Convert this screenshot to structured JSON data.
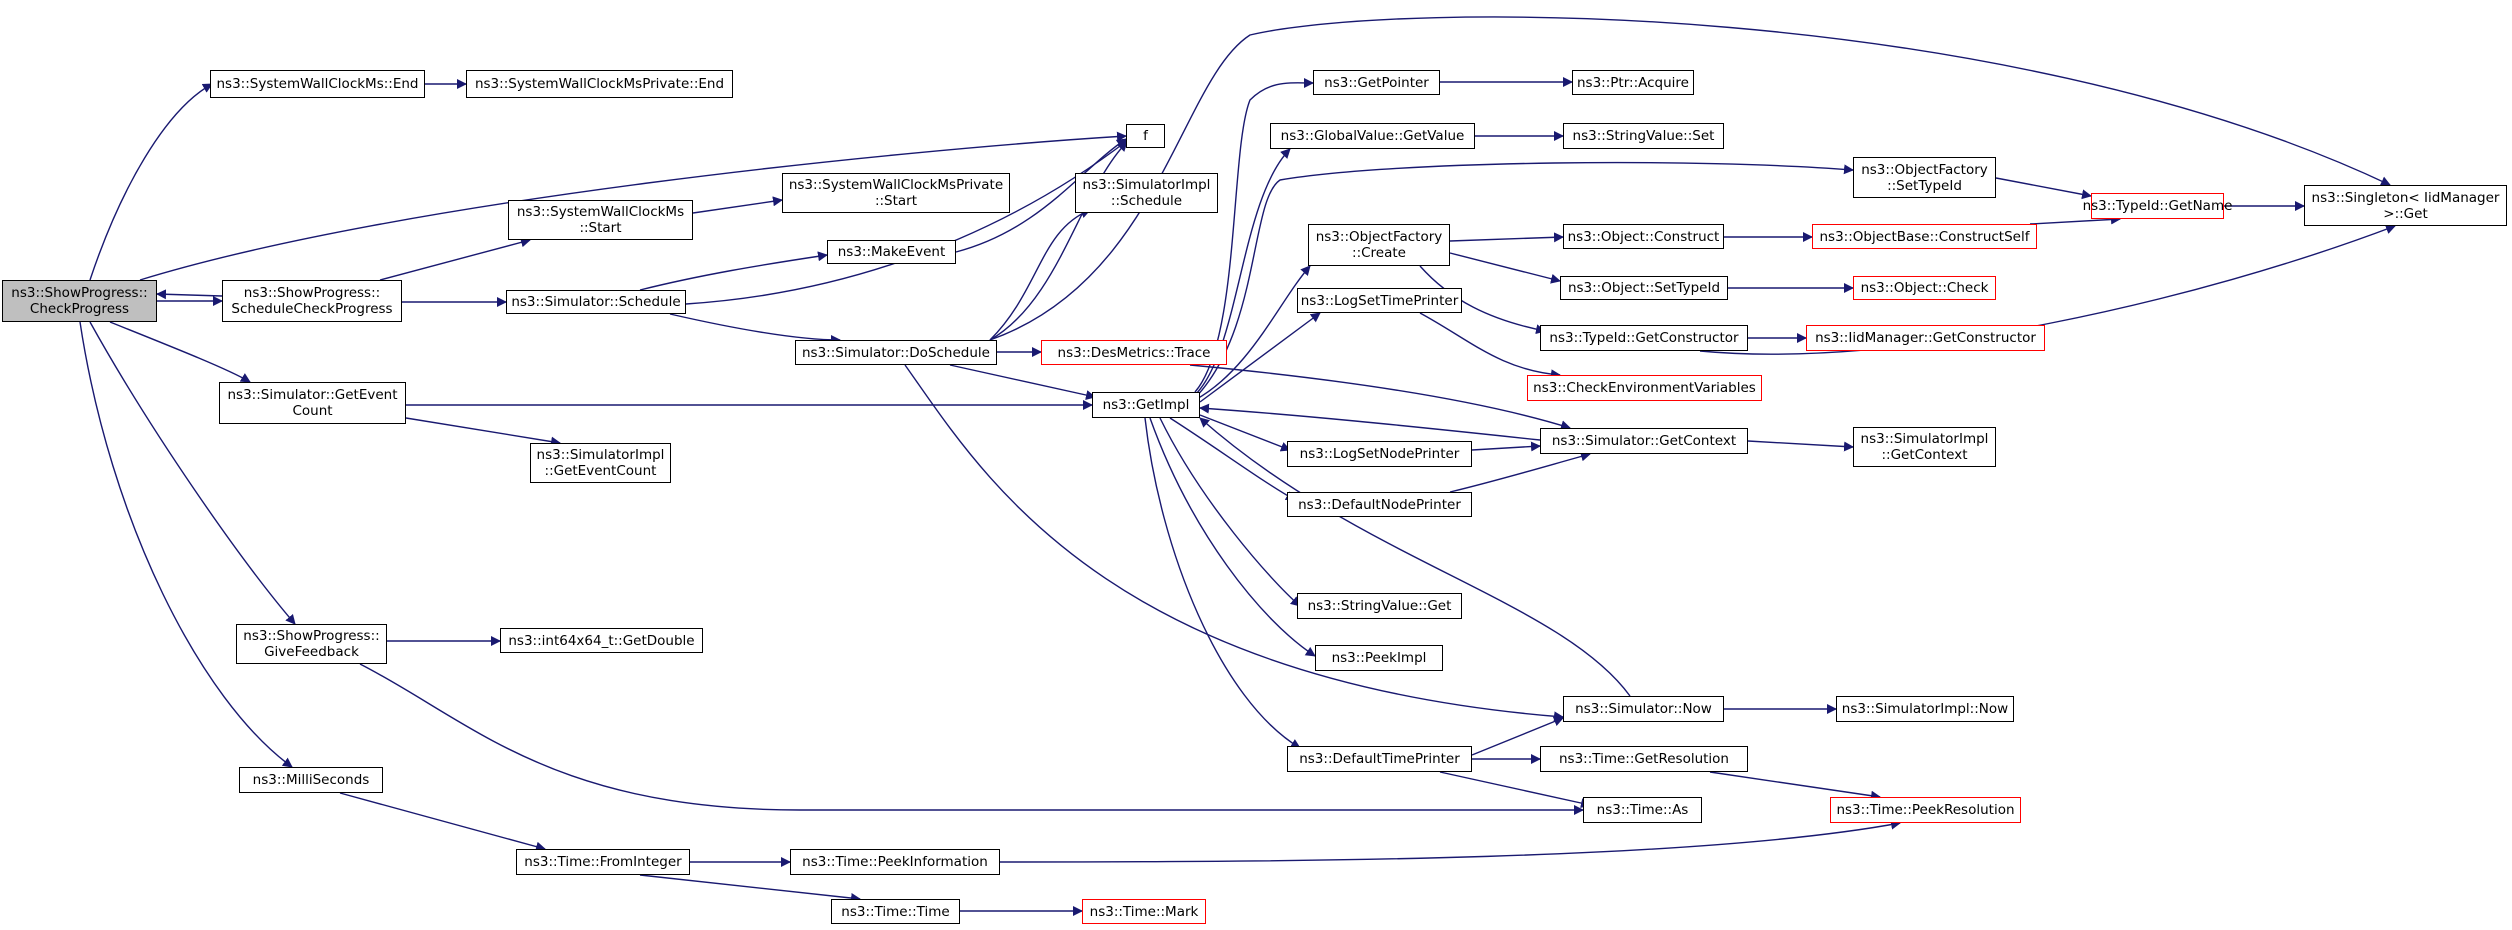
{
  "colors": {
    "edge": "#191970",
    "node_border": "#000000",
    "truncated_border": "#ff0000",
    "root_fill": "#bfbfbf",
    "background": "#ffffff"
  },
  "nodes": [
    {
      "id": "root",
      "label": "ns3::ShowProgress::\nCheckProgress",
      "style": "root"
    },
    {
      "id": "swc_end",
      "label": "ns3::SystemWallClockMs::End"
    },
    {
      "id": "swcp_end",
      "label": "ns3::SystemWallClockMsPrivate::End"
    },
    {
      "id": "f",
      "label": "f"
    },
    {
      "id": "swc_start",
      "label": "ns3::SystemWallClockMs\n::Start"
    },
    {
      "id": "swcp_start",
      "label": "ns3::SystemWallClockMsPrivate\n::Start"
    },
    {
      "id": "sp_schedule",
      "label": "ns3::ShowProgress::\nScheduleCheckProgress"
    },
    {
      "id": "sim_schedule",
      "label": "ns3::Simulator::Schedule"
    },
    {
      "id": "make_event",
      "label": "ns3::MakeEvent"
    },
    {
      "id": "simimpl_schedule",
      "label": "ns3::SimulatorImpl\n::Schedule"
    },
    {
      "id": "sim_doschedule",
      "label": "ns3::Simulator::DoSchedule"
    },
    {
      "id": "desmetrics",
      "label": "ns3::DesMetrics::Trace",
      "style": "red"
    },
    {
      "id": "getimpl",
      "label": "ns3::GetImpl"
    },
    {
      "id": "geteventcount",
      "label": "ns3::Simulator::GetEvent\nCount"
    },
    {
      "id": "simimpl_gec",
      "label": "ns3::SimulatorImpl\n::GetEventCount"
    },
    {
      "id": "getpointer",
      "label": "ns3::GetPointer"
    },
    {
      "id": "ptr_acquire",
      "label": "ns3::Ptr::Acquire"
    },
    {
      "id": "gv_getvalue",
      "label": "ns3::GlobalValue::GetValue"
    },
    {
      "id": "sv_set",
      "label": "ns3::StringValue::Set"
    },
    {
      "id": "of_settypeid",
      "label": "ns3::ObjectFactory\n::SetTypeId"
    },
    {
      "id": "singleton",
      "label": "ns3::Singleton< IidManager\n>::Get"
    },
    {
      "id": "typeid_getname",
      "label": "ns3::TypeId::GetName",
      "style": "red"
    },
    {
      "id": "of_create",
      "label": "ns3::ObjectFactory\n::Create"
    },
    {
      "id": "obj_construct",
      "label": "ns3::Object::Construct"
    },
    {
      "id": "objbase_cs",
      "label": "ns3::ObjectBase::ConstructSelf",
      "style": "red"
    },
    {
      "id": "obj_settypeid",
      "label": "ns3::Object::SetTypeId"
    },
    {
      "id": "obj_check",
      "label": "ns3::Object::Check",
      "style": "red"
    },
    {
      "id": "typeid_getcons",
      "label": "ns3::TypeId::GetConstructor"
    },
    {
      "id": "iid_getcons",
      "label": "ns3::IidManager::GetConstructor",
      "style": "red"
    },
    {
      "id": "logsettimeprinter",
      "label": "ns3::LogSetTimePrinter"
    },
    {
      "id": "checkenv",
      "label": "ns3::CheckEnvironmentVariables",
      "style": "red"
    },
    {
      "id": "sim_getcontext",
      "label": "ns3::Simulator::GetContext"
    },
    {
      "id": "simimpl_getcontext",
      "label": "ns3::SimulatorImpl\n::GetContext"
    },
    {
      "id": "logsetnodeprinter",
      "label": "ns3::LogSetNodePrinter"
    },
    {
      "id": "defaultnodeprinter",
      "label": "ns3::DefaultNodePrinter"
    },
    {
      "id": "sv_get",
      "label": "ns3::StringValue::Get"
    },
    {
      "id": "peekimpl",
      "label": "ns3::PeekImpl"
    },
    {
      "id": "sim_now",
      "label": "ns3::Simulator::Now"
    },
    {
      "id": "simimpl_now",
      "label": "ns3::SimulatorImpl::Now"
    },
    {
      "id": "defaulttimeprinter",
      "label": "ns3::DefaultTimePrinter"
    },
    {
      "id": "time_getres",
      "label": "ns3::Time::GetResolution"
    },
    {
      "id": "time_as",
      "label": "ns3::Time::As"
    },
    {
      "id": "time_peekres",
      "label": "ns3::Time::PeekResolution",
      "style": "red"
    },
    {
      "id": "sp_givefeedback",
      "label": "ns3::ShowProgress::\nGiveFeedback"
    },
    {
      "id": "int64_getdouble",
      "label": "ns3::int64x64_t::GetDouble"
    },
    {
      "id": "milliseconds",
      "label": "ns3::MilliSeconds"
    },
    {
      "id": "time_frominteger",
      "label": "ns3::Time::FromInteger"
    },
    {
      "id": "time_peekinfo",
      "label": "ns3::Time::PeekInformation"
    },
    {
      "id": "time_time",
      "label": "ns3::Time::Time"
    },
    {
      "id": "time_mark",
      "label": "ns3::Time::Mark",
      "style": "red"
    }
  ]
}
